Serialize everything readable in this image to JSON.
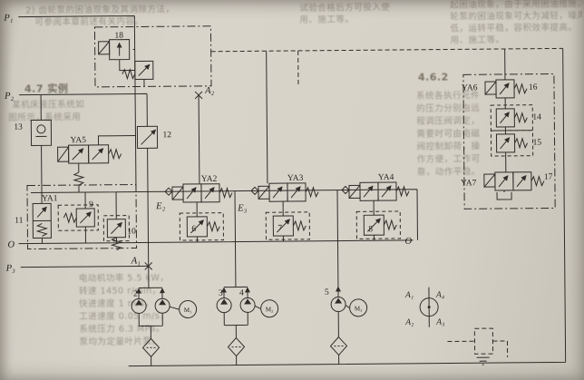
{
  "colors": {
    "paper": "#d6d2c8",
    "ink": "#2f2d29",
    "faded_text": "#6e6759"
  },
  "labels": {
    "p1": "P₁",
    "p2": "P₂",
    "p3": "P₃",
    "o_left": "O",
    "o_right": "O",
    "a1": "A₁",
    "a2": "A₂",
    "e2": "E₂",
    "e3": "E₃",
    "ya1": "YA1",
    "ya2": "YA2",
    "ya3": "YA3",
    "ya4": "YA4",
    "ya5": "YA5",
    "ya6": "YA6",
    "ya7": "YA7",
    "n2": "2",
    "n3": "3",
    "n4": "4",
    "n5": "5",
    "n6": "6",
    "n7": "7",
    "n8": "8",
    "n9": "9",
    "n10": "10",
    "n11": "11",
    "n12": "12",
    "n13": "13",
    "n14": "14",
    "n15": "15",
    "n16": "16",
    "n17": "17",
    "n18": "18",
    "m1": "M₁",
    "m2": "M₂",
    "m3": "M₃",
    "hub_a1": "A₁",
    "hub_a2": "A₂",
    "hub_a3": "A₃",
    "hub_a4": "A₄"
  },
  "bg": {
    "tl1": "2) 齿轮泵的困油现象及其消除方法，",
    "tl2": "可参阅本章前述有关内容。",
    "tm1": "试验合格后方可投入使",
    "tm2": "用、施工等。",
    "tr1": "起困油现象，由于采用困油措施，齿",
    "tr2": "轮泵的困油现象可大为减轻，噪声降",
    "tr3": "低，运转平稳，容积效率提高。",
    "tr4": "用、施工等。",
    "h47": "4.7  实例",
    "h462": "4.6.2",
    "l1": "某机床液压系统如",
    "l2": "图所示，系统采用",
    "r1": "系统各执行元件",
    "r2": "的压力分别由远",
    "r3": "程调压阀调定，",
    "r4": "需要时可由电磁",
    "r5": "阀控制卸荷，操",
    "r6": "作方便，工作可",
    "r7": "靠，动作平稳。",
    "bl1": "电动机功率 5.5 kW，",
    "bl2": "转速 1450 r/min，",
    "bl3": "快进速度 1 m/s，",
    "bl4": "工进速度 0.05 m/s，",
    "bl5": "系统压力 6.3 MPa。",
    "bl6": "泵均为定量叶片泵。"
  }
}
